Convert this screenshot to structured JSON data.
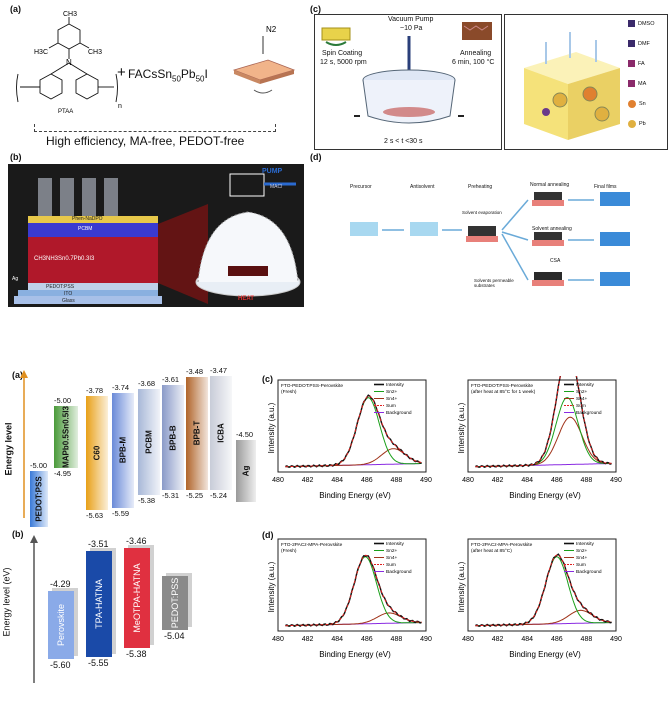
{
  "fig_a_top": {
    "tag": "(a)",
    "substituent": "CH3",
    "h3c_left": "H3C",
    "ch3_right": "CH3",
    "atom_n": "N",
    "polymer": "PTAA",
    "repeat": "n",
    "plus": "+",
    "reagent": "FACsSn50Pb50I",
    "reagent_main": "FACsSn",
    "reagent_sub1": "50",
    "reagent_mid": "Pb",
    "reagent_sub2": "50",
    "reagent_end": "I",
    "gas": "N2",
    "caption": "High efficiency, MA-free, PEDOT-free"
  },
  "fig_c_top": {
    "tag": "(c)",
    "step1_title": "Spin Coating",
    "step1_detail": "12 s, 5000 rpm",
    "vacuum_title": "Vacuum Pump",
    "vacuum_detail": "~10 Pa",
    "anneal_title": "Annealing",
    "anneal_detail": "6 min, 100 °C",
    "time_window": "2 s < t <30 s",
    "legend": [
      {
        "label": "DMSO"
      },
      {
        "label": "DMF"
      },
      {
        "label": "FA"
      },
      {
        "label": "MA"
      },
      {
        "label": "Sn",
        "symbol": "Sn"
      },
      {
        "label": "Pb",
        "symbol": "Pb"
      }
    ]
  },
  "fig_b_top": {
    "tag": "(b)",
    "layers": [
      "Phen-NaDPO",
      "PCBM",
      "CH3NH3Sn0.7Pb0.3I3",
      "PEDOT:PSS",
      "ITO",
      "Glass"
    ],
    "electrode": "Ag",
    "pump": "PUMP",
    "species": "MACl",
    "heat": "HEAT"
  },
  "fig_d_top": {
    "tag": "(d)",
    "steps": [
      "Precursor",
      "Antisolvent",
      "Preheating",
      "Normal annealing",
      "Final films"
    ],
    "solvent_evap": "Solvent evaporation",
    "solvent_anneal": "Solvent annealing",
    "csa": "CSA",
    "permeable": "Solvents permeable substrates"
  },
  "fig_a_energy": {
    "tag": "(a)",
    "ylabel": "Energy level",
    "bars": [
      {
        "label": "PEDOT:PSS",
        "top": "-5.00",
        "bottom": ""
      },
      {
        "label": "MAPb0.5Sn0.5I3",
        "top": "-5.00",
        "bottom": "-4.95"
      },
      {
        "label": "C60",
        "top": "-3.78",
        "bottom": "-5.63"
      },
      {
        "label": "BPB-M",
        "top": "-3.74",
        "bottom": "-5.59"
      },
      {
        "label": "PCBM",
        "top": "-3.68",
        "bottom": "-5.38"
      },
      {
        "label": "BPB-B",
        "top": "-3.61",
        "bottom": "-5.31"
      },
      {
        "label": "BPB-T",
        "top": "-3.48",
        "bottom": "-5.25"
      },
      {
        "label": "ICBA",
        "top": "-3.47",
        "bottom": "-5.24"
      },
      {
        "label": "Ag",
        "top": "-4.50",
        "bottom": ""
      }
    ]
  },
  "fig_b_energy": {
    "tag": "(b)",
    "ylabel": "Energy level (eV)",
    "bars": [
      {
        "label": "Perovskite",
        "top": "-4.29",
        "bottom": "-5.60"
      },
      {
        "label": "TPA-HATNA",
        "top": "-3.51",
        "bottom": "-5.55"
      },
      {
        "label": "MeOTPA-HATNA",
        "top": "-3.46",
        "bottom": "-5.38"
      },
      {
        "label": "PEDOT:PSS",
        "top": "",
        "bottom": "-5.04"
      }
    ]
  },
  "xps": {
    "tag_c": "(c)",
    "tag_d": "(d)",
    "ylabel": "Intensity (a.u.)",
    "xlabel": "Binding Energy (eV)",
    "ticks": [
      "480",
      "482",
      "484",
      "486",
      "488",
      "490"
    ],
    "legend": [
      "Intensity",
      "Sn2+",
      "Sn4+",
      "Sum",
      "Background"
    ],
    "legend_d": [
      "Intensity",
      "Sn2+",
      "Sn4+",
      "Sum",
      "Background"
    ],
    "panels": [
      {
        "title": "FTO-PEDOT:PSS-Perovskite",
        "subtitle": "(Fresh)"
      },
      {
        "title": "FTO-PEDOT:PSS-Perovskite",
        "subtitle": "(after heat at 85°C for 1 week)"
      },
      {
        "title": "FTO-2PACz-MPA-Perovskite",
        "subtitle": "(Fresh)"
      },
      {
        "title": "FTO-2PACz-MPA-Perovskite",
        "subtitle": "(after heat at 85°C)"
      }
    ]
  },
  "colors": {
    "sn2": "#1aa01a",
    "sn4": "#a0331a",
    "sum": "#e02020",
    "background": "#8a2be2",
    "intensity": "#111111"
  }
}
